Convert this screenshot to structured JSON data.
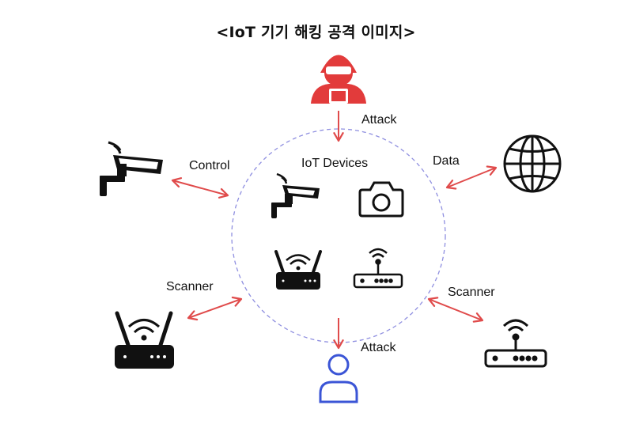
{
  "title": "<IoT 기기 해킹 공격 이미지>",
  "center_label": "IoT Devices",
  "labels": {
    "attack_top": "Attack",
    "attack_bottom": "Attack",
    "control": "Control",
    "data": "Data",
    "scanner_left": "Scanner",
    "scanner_right": "Scanner"
  },
  "colors": {
    "hacker": "#e23b3b",
    "arrow": "#e04b4b",
    "circle": "#8f8fe0",
    "user": "#3b55d6",
    "icon": "#111111"
  },
  "icons": [
    "hacker-icon",
    "cctv-camera-icon",
    "globe-icon",
    "wifi-router-icon",
    "access-point-icon",
    "camera-icon",
    "user-icon"
  ]
}
